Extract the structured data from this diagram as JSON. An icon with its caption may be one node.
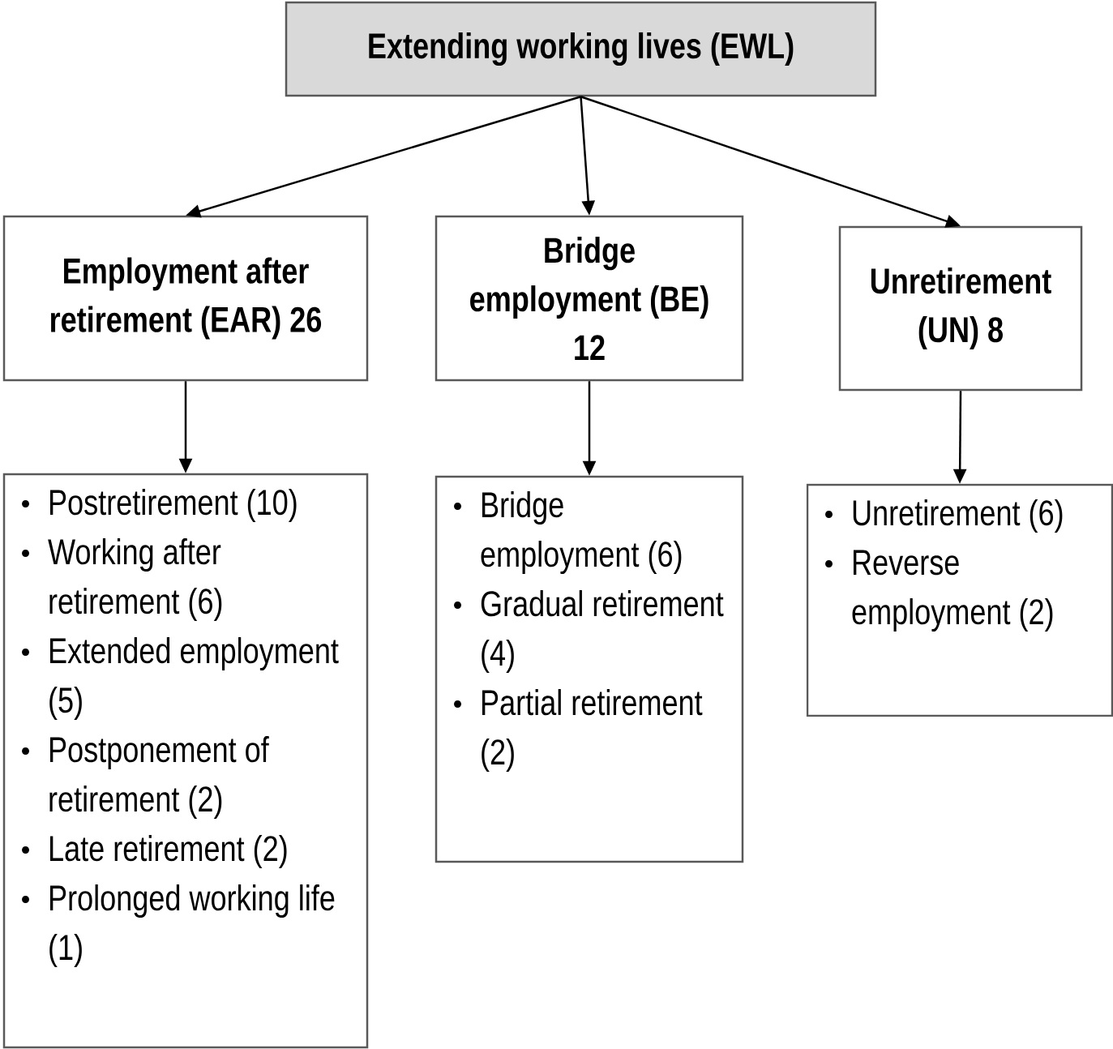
{
  "diagram": {
    "nodes": [
      {
        "text": [
          "Extending working lives (EWL)"
        ]
      },
      {
        "text": [
          "Employment after retirement (EAR) 26"
        ]
      },
      {
        "text": [
          "Bridge employment (BE) 12"
        ]
      },
      {
        "text": [
          "Unretirement (UN) 8"
        ]
      },
      {
        "text": [
          "Postretirement (10)",
          "Working after retirement (6)",
          "Extended employment (5)",
          "Postponement of retirement (2)",
          "Late retirement (2)",
          "Prolonged working life (1)"
        ]
      },
      {
        "text": [
          "Bridge employment (6)",
          "Gradual retirement (4)",
          "Partial retirement (2)"
        ]
      },
      {
        "text": [
          "Unretirement (6)",
          "Reverse employment (2)"
        ]
      }
    ],
    "edges": [
      {
        "from": 0,
        "to": 1,
        "arrow": "to"
      },
      {
        "from": 0,
        "to": 2,
        "arrow": "to"
      },
      {
        "from": 0,
        "to": 3,
        "arrow": "to"
      },
      {
        "from": 1,
        "to": 4,
        "arrow": "to"
      },
      {
        "from": 2,
        "to": 5,
        "arrow": "to"
      },
      {
        "from": 3,
        "to": 6,
        "arrow": "to"
      }
    ]
  }
}
